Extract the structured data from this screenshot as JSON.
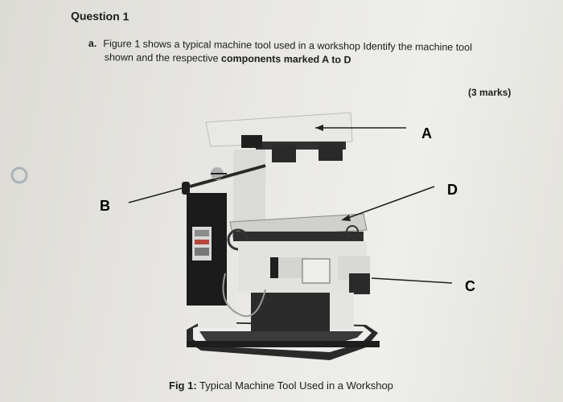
{
  "question": {
    "title": "Question 1",
    "part_label": "a.",
    "line1": "Figure 1 shows a typical machine tool used in a workshop Identify the machine tool",
    "line2_prefix": "shown and the respective ",
    "line2_bold": "components marked A to D",
    "marks": "(3 marks)"
  },
  "labels": {
    "a": "A",
    "b": "B",
    "c": "C",
    "d": "D"
  },
  "caption": {
    "prefix": "Fig 1:",
    "text": " Typical Machine Tool Used in a Workshop"
  }
}
